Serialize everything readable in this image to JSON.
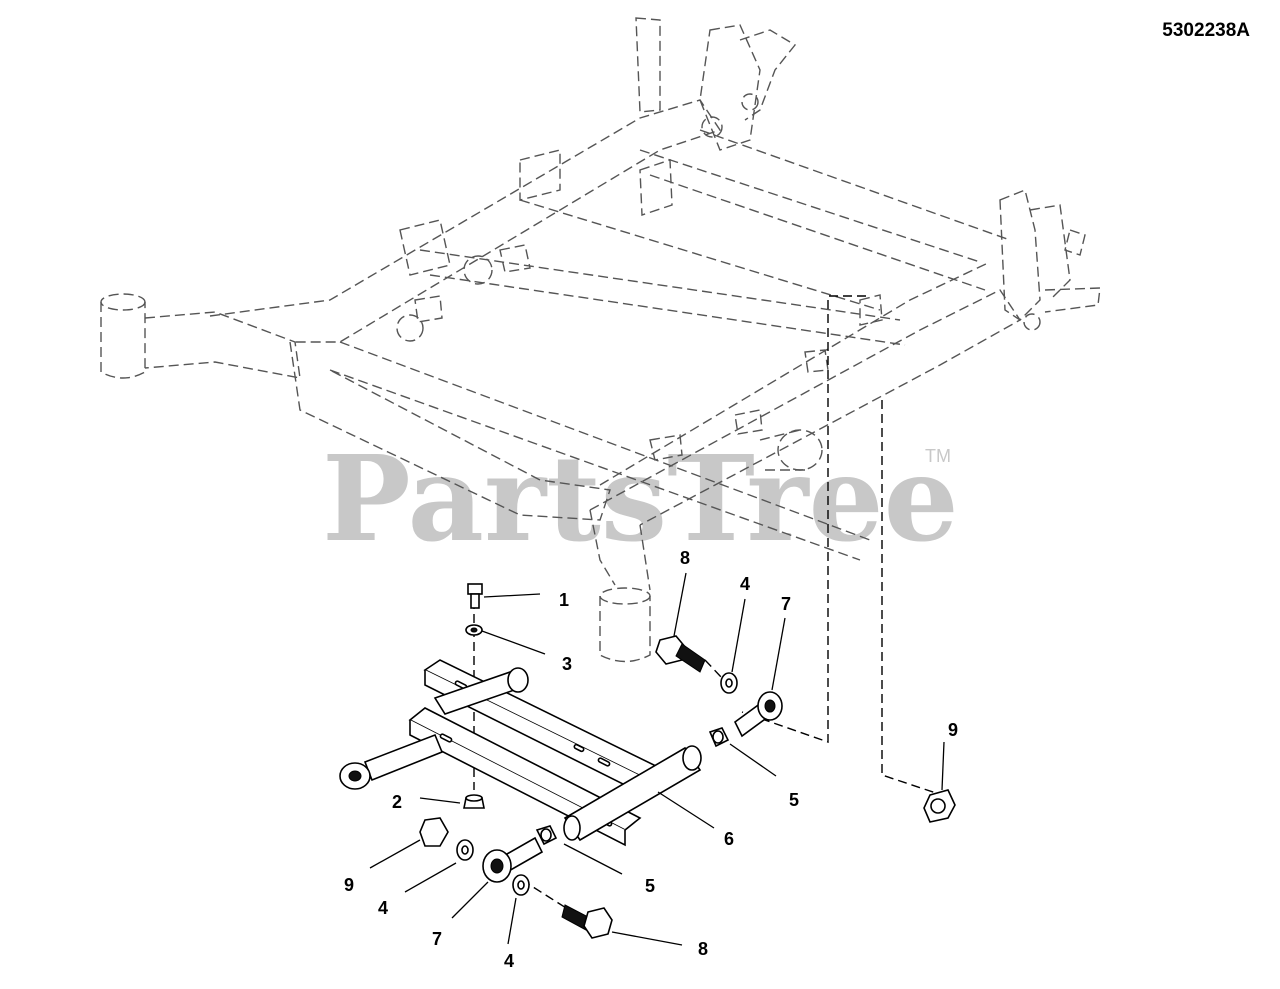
{
  "document_id": "5302238A",
  "watermark": {
    "text": "PartsTree",
    "trademark": "TM"
  },
  "callouts": [
    {
      "label": "1"
    },
    {
      "label": "3"
    },
    {
      "label": "2"
    },
    {
      "label": "8"
    },
    {
      "label": "4"
    },
    {
      "label": "7"
    },
    {
      "label": "5"
    },
    {
      "label": "6"
    },
    {
      "label": "9"
    },
    {
      "label": "9"
    },
    {
      "label": "4"
    },
    {
      "label": "7"
    },
    {
      "label": "4"
    },
    {
      "label": "5"
    },
    {
      "label": "8"
    }
  ]
}
